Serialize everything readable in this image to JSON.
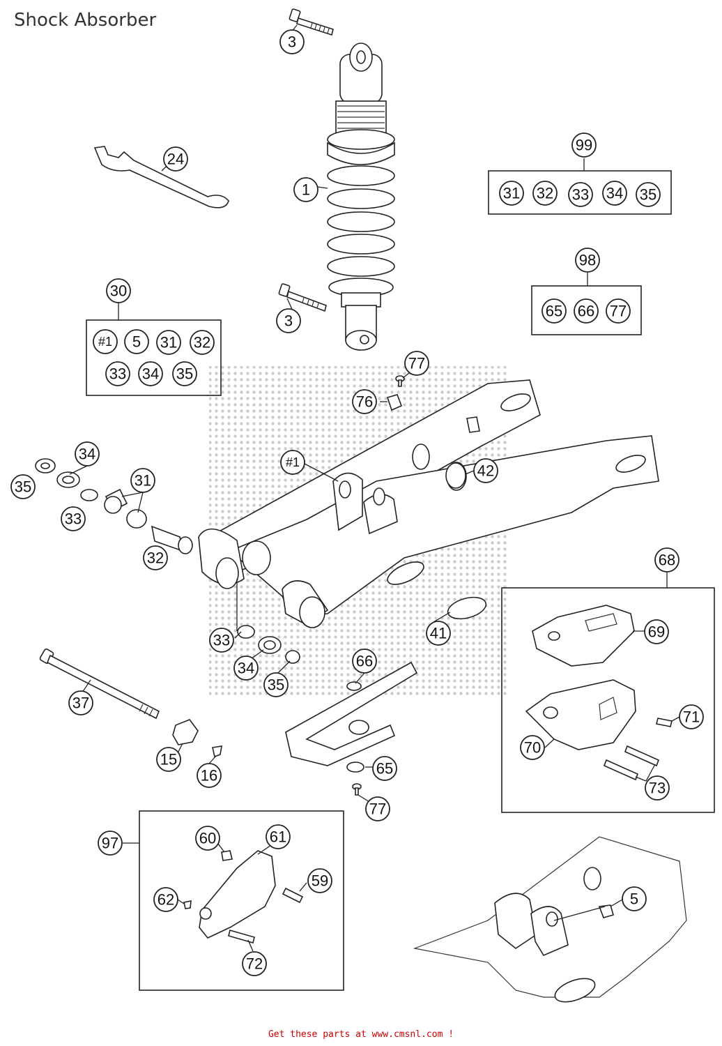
{
  "title": "Shock Absorber",
  "footer": "Get these parts at www.cmsnl.com !",
  "colors": {
    "line": "#222222",
    "footer": "#cc0000",
    "title": "#333333",
    "stipple": "#9a9a9a"
  },
  "callouts": {
    "c1": "1",
    "c3a": "3",
    "c3b": "3",
    "c24": "24",
    "c99": "99",
    "c98": "98",
    "c30": "30",
    "c77a": "77",
    "c76": "76",
    "c42": "42",
    "c1hash": "#1",
    "c34a": "34",
    "c31a": "31",
    "c35a": "35",
    "c33a": "33",
    "c32a": "32",
    "c68": "68",
    "c69": "69",
    "c71": "71",
    "c70": "70",
    "c73": "73",
    "c41": "41",
    "c66": "66",
    "c33b": "33",
    "c34b": "34",
    "c35b": "35",
    "c37": "37",
    "c15": "15",
    "c16": "16",
    "c65": "65",
    "c77b": "77",
    "c97": "97",
    "c60": "60",
    "c61": "61",
    "c59": "59",
    "c62": "62",
    "c72": "72",
    "c5": "5"
  },
  "kits": {
    "k99": [
      "31",
      "32",
      "33",
      "34",
      "35"
    ],
    "k98": [
      "65",
      "66",
      "77"
    ],
    "k30": [
      "#1",
      "5",
      "31",
      "32",
      "33",
      "34",
      "35"
    ]
  }
}
